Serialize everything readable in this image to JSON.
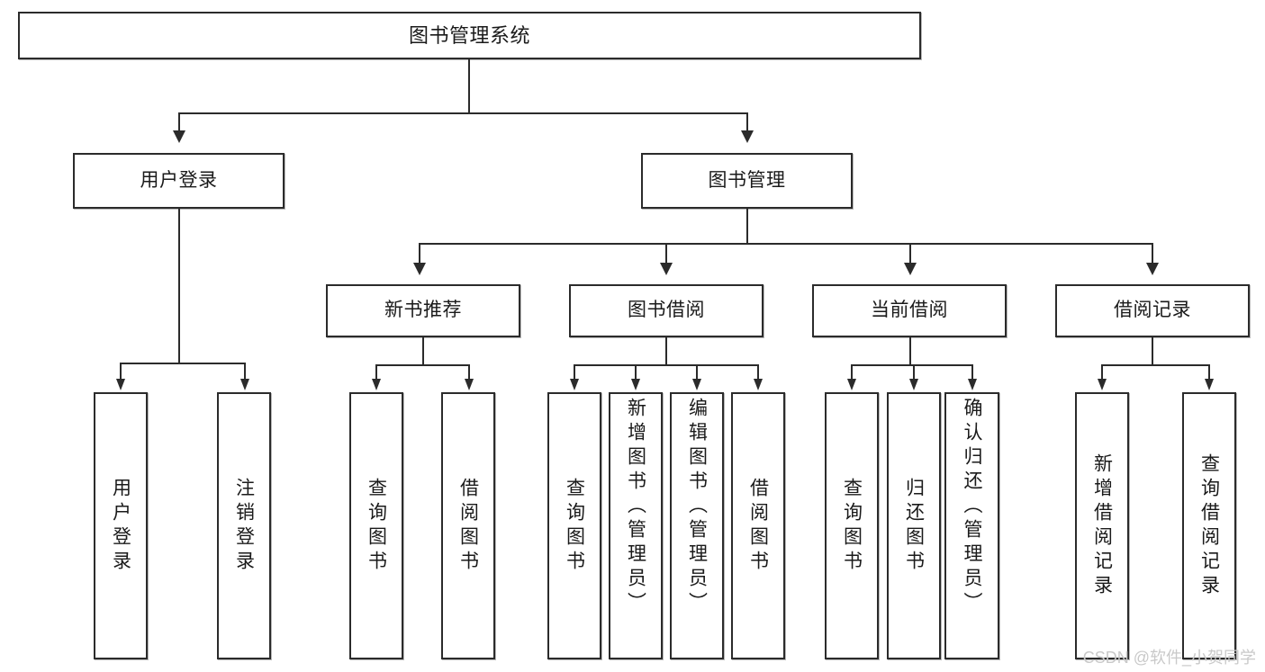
{
  "diagram": {
    "title": "图书管理系统",
    "type": "tree",
    "root": {
      "id": "root",
      "label": "图书管理系统"
    },
    "level2": [
      {
        "id": "user-login",
        "label": "用户登录"
      },
      {
        "id": "book-manage",
        "label": "图书管理"
      }
    ],
    "level3": [
      {
        "id": "new-book-recommend",
        "label": "新书推荐",
        "parent": "book-manage"
      },
      {
        "id": "book-borrow",
        "label": "图书借阅",
        "parent": "book-manage"
      },
      {
        "id": "current-borrow",
        "label": "当前借阅",
        "parent": "book-manage"
      },
      {
        "id": "borrow-record",
        "label": "借阅记录",
        "parent": "book-manage"
      }
    ],
    "leaves": {
      "user_login": [
        {
          "id": "leaf-user-login",
          "label": "用户登录"
        },
        {
          "id": "leaf-logout",
          "label": "注销登录"
        }
      ],
      "new_book_recommend": [
        {
          "id": "leaf-query-book-1",
          "label": "查询图书"
        },
        {
          "id": "leaf-borrow-book-1",
          "label": "借阅图书"
        }
      ],
      "book_borrow": [
        {
          "id": "leaf-query-book-2",
          "label": "查询图书"
        },
        {
          "id": "leaf-add-book",
          "label": "新增图书（管理员）"
        },
        {
          "id": "leaf-edit-book",
          "label": "编辑图书（管理员）"
        },
        {
          "id": "leaf-borrow-book-2",
          "label": "借阅图书"
        }
      ],
      "current_borrow": [
        {
          "id": "leaf-query-book-3",
          "label": "查询图书"
        },
        {
          "id": "leaf-return-book",
          "label": "归还图书"
        },
        {
          "id": "leaf-confirm-return",
          "label": "确认归还（管理员）"
        }
      ],
      "borrow_record": [
        {
          "id": "leaf-add-record",
          "label": "新增借阅记录"
        },
        {
          "id": "leaf-query-record",
          "label": "查询借阅记录"
        }
      ]
    }
  },
  "watermark": {
    "text": "CSDN @软件_小贺同学"
  },
  "colors": {
    "stroke": "#2b2b2b",
    "fill": "#ffffff",
    "text": "#1a1a1a",
    "watermark": "#c9c9c9"
  }
}
